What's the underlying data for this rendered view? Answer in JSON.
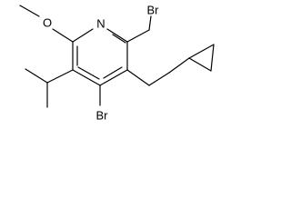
{
  "structure": {
    "atoms": {
      "n": "N",
      "o": "O",
      "br_top": "Br",
      "br_bottom": "Br"
    },
    "colors": {
      "bond": "#000000",
      "text": "#000000",
      "background": "#ffffff"
    }
  }
}
